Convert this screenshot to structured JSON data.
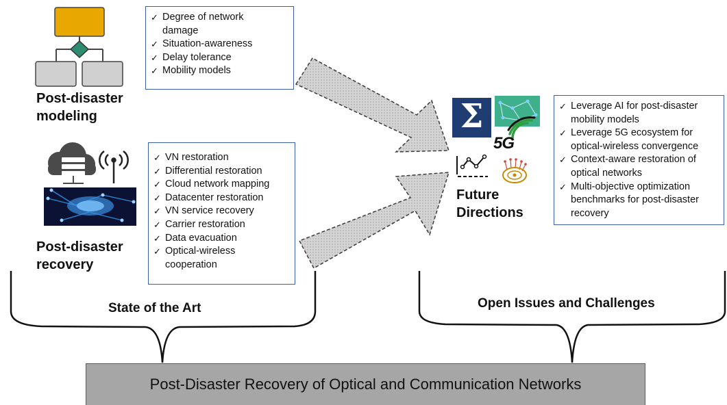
{
  "modeling": {
    "title_line1": "Post-disaster",
    "title_line2": "modeling",
    "items": [
      "Degree of network",
      "damage",
      "Situation-awareness",
      "Delay tolerance",
      "Mobility models"
    ]
  },
  "recovery": {
    "title_line1": "Post-disaster",
    "title_line2": "recovery",
    "items": [
      "VN restoration",
      "Differential restoration",
      "Cloud network mapping",
      "Datacenter restoration",
      "VN service recovery",
      "Carrier restoration",
      "Data evacuation",
      "Optical-wireless",
      "cooperation"
    ]
  },
  "future": {
    "title_line1": "Future",
    "title_line2": "Directions",
    "badge_5g": "5G",
    "sigma": "Σ",
    "items": [
      "Leverage AI for post-disaster",
      "mobility models",
      "Leverage 5G ecosystem for",
      "optical-wireless convergence",
      "Context-aware restoration of",
      "optical networks",
      "Multi-objective optimization",
      "benchmarks for post-disaster",
      "recovery"
    ]
  },
  "labels": {
    "state_of_art": "State of the Art",
    "open_issues": "Open Issues and Challenges"
  },
  "footer": {
    "title": "Post-Disaster Recovery of Optical and Communication Networks"
  },
  "colors": {
    "box_border": "#3a5fa8",
    "flow_top": "#e8a800",
    "diamond": "#2e8b6f",
    "footer_bg": "#a6a6a6",
    "arrow_fill": "#d4d4d4",
    "sigma_bg": "#1f3c73",
    "network_bg": "#3fb08c"
  }
}
